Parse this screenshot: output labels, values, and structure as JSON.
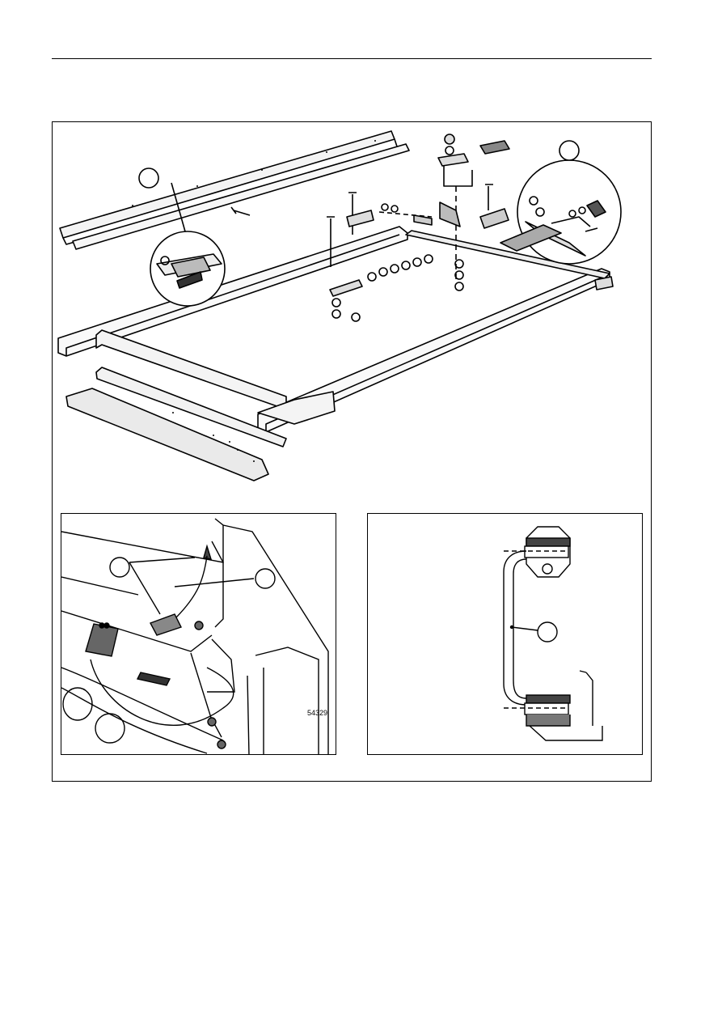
{
  "figure": {
    "photo_number": "54329"
  },
  "icons": {
    "main": "chassis-frame-exploded-view",
    "detail_left": "frame-mount-photo",
    "detail_right": "spring-bracket-diagram"
  }
}
